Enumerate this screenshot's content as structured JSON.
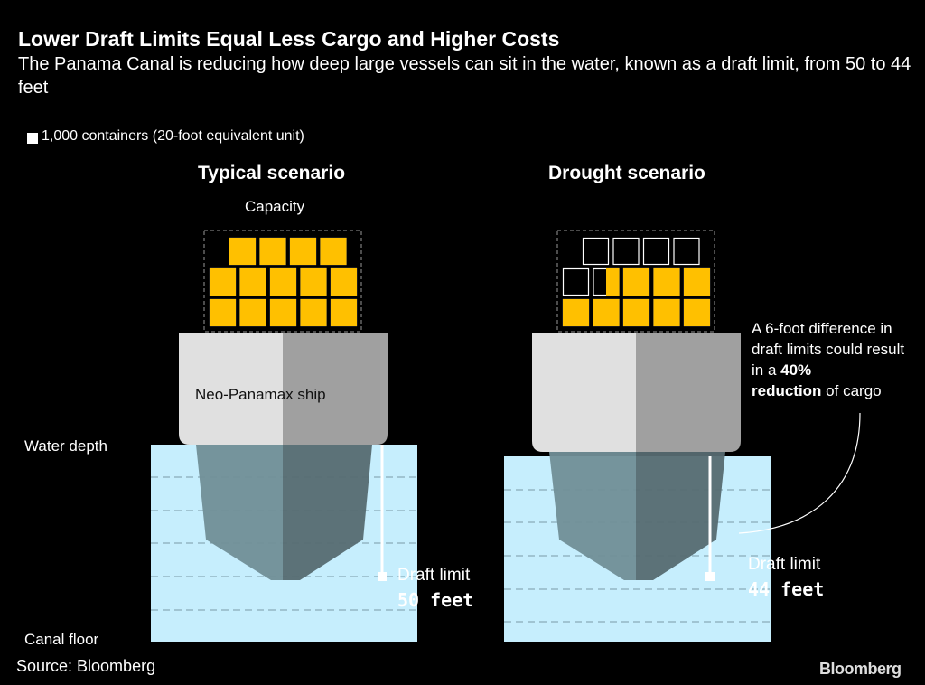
{
  "title": "Lower Draft Limits Equal Less Cargo and Higher Costs",
  "subtitle": "The Panama Canal is reducing how deep large vessels can sit in the water, known as a draft limit, from 50 to 44 feet",
  "legend": "1,000 containers (20-foot equivalent unit)",
  "colors": {
    "container": "#ffc000",
    "water": "#c6eefd",
    "hull_light": "#718e97",
    "hull_dark": "#566a71",
    "deck_light": "#e0e0e0",
    "deck_dark": "#a0a0a0"
  },
  "typical": {
    "heading": "Typical scenario",
    "capacity_label": "Capacity",
    "ship_label": "Neo-Panamax ship",
    "draft_label": "Draft limit",
    "draft_value": "50 feet",
    "containers_full": 14,
    "containers_total": 14
  },
  "drought": {
    "heading": "Drought scenario",
    "draft_label": "Draft limit",
    "draft_value": "44 feet",
    "containers_full": 8.5,
    "containers_total": 14
  },
  "labels": {
    "water_depth": "Water depth",
    "canal_floor": "Canal floor"
  },
  "annotation": {
    "pre": "A 6-foot difference in draft limits could result in a ",
    "bold1": "40%",
    "bold2": "reduction",
    "post": " of cargo"
  },
  "source": "Source: Bloomberg",
  "brand": "Bloomberg"
}
